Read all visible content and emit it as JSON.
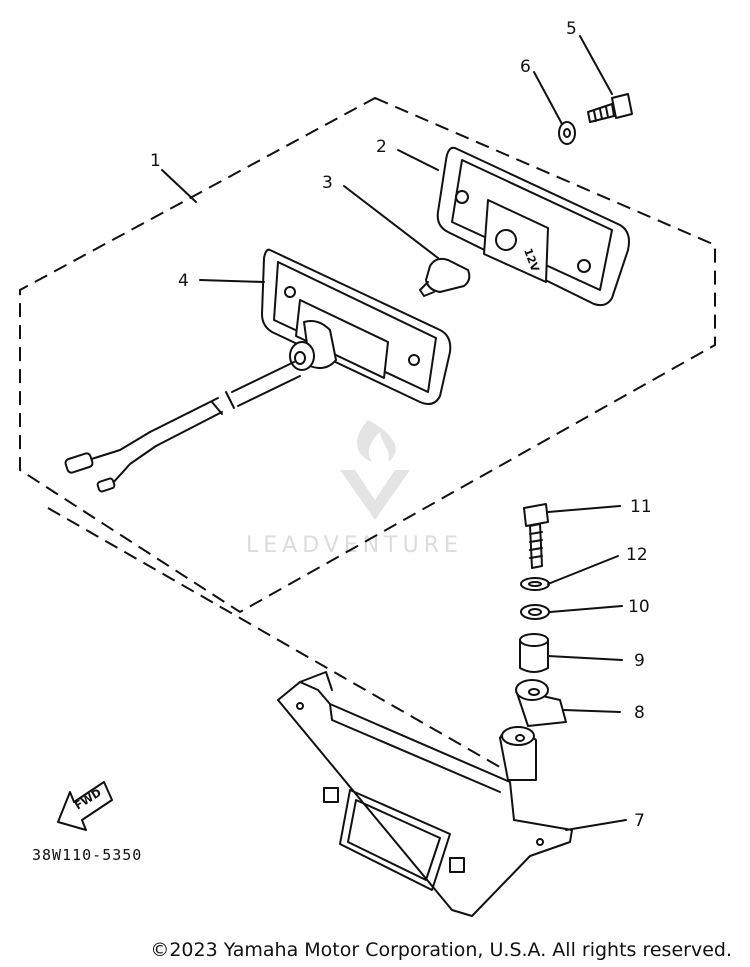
{
  "diagram": {
    "callouts": [
      {
        "id": "1",
        "label": "1"
      },
      {
        "id": "2",
        "label": "2"
      },
      {
        "id": "3",
        "label": "3"
      },
      {
        "id": "4",
        "label": "4"
      },
      {
        "id": "5",
        "label": "5"
      },
      {
        "id": "6",
        "label": "6"
      },
      {
        "id": "7",
        "label": "7"
      },
      {
        "id": "8",
        "label": "8"
      },
      {
        "id": "9",
        "label": "9"
      },
      {
        "id": "10",
        "label": "10"
      },
      {
        "id": "11",
        "label": "11"
      },
      {
        "id": "12",
        "label": "12"
      }
    ],
    "lens_marking": "12V",
    "fwd_label": "FWD",
    "part_code": "38W110-5350"
  },
  "watermark": {
    "brand": "LEADVENTURE"
  },
  "footer": {
    "copyright": "©2023 Yamaha Motor Corporation, U.S.A. All rights reserved."
  }
}
